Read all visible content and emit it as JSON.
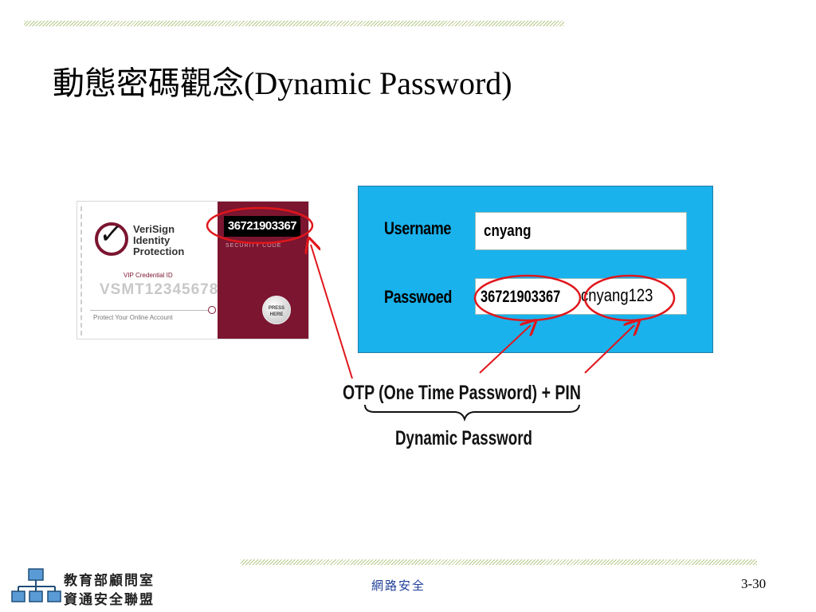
{
  "title": {
    "cjk": "動態密碼觀念",
    "latin": "(Dynamic Password)"
  },
  "token_card": {
    "brand": [
      "VeriSign",
      "Identity",
      "Protection"
    ],
    "credential_label": "VIP Credential ID",
    "credential_id": "VSMT12345678",
    "security_code": "36721903367",
    "security_code_label": "SECURITY CODE",
    "press_button": "PRESS HERE",
    "footnote": "Protect Your Online Account"
  },
  "login_panel": {
    "username_label": "Username",
    "username_value": "cnyang",
    "password_label": "Passwoed",
    "password_otp": "36721903367",
    "password_pin": "cnyang123"
  },
  "annotations": {
    "otp_pin": "OTP (One Time Password) + PIN",
    "dynamic_password": "Dynamic Password"
  },
  "footer": {
    "org_line1": "教育部顧問室",
    "org_line2": "資通安全聯盟",
    "center": "網路安全",
    "page": "3-30"
  },
  "colors": {
    "panel_blue": "#1ab2ec",
    "card_maroon": "#7b1530",
    "annotation_red": "#e0161b",
    "stripe_green": "#b8c98a",
    "footer_blue": "#1f3f99"
  }
}
